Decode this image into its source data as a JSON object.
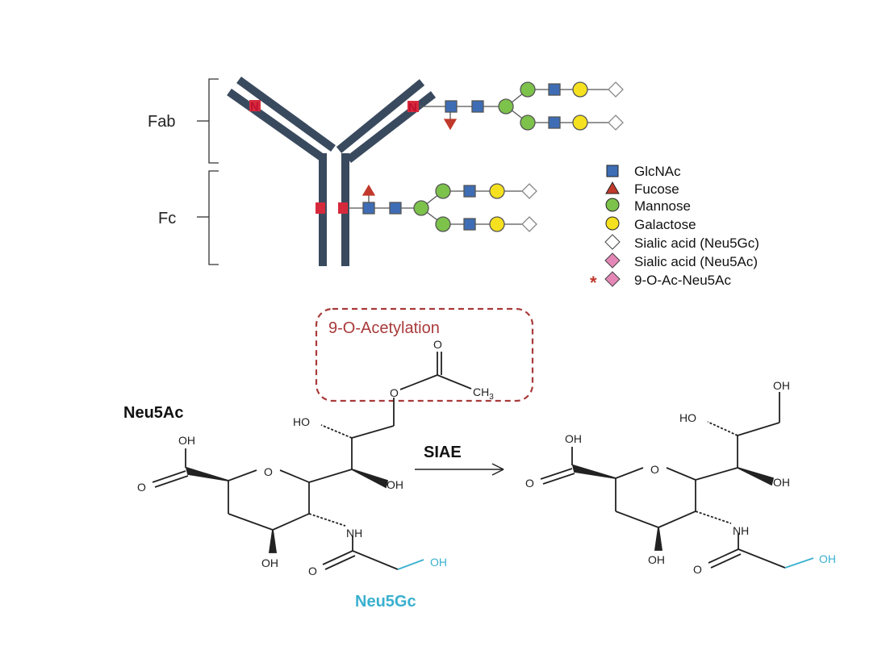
{
  "antibody": {
    "fab_label": "Fab",
    "fc_label": "Fc",
    "n_site_label": "N"
  },
  "legend": {
    "items": [
      {
        "shape": "square",
        "color": "#3e6db5",
        "label": "GlcNAc"
      },
      {
        "shape": "triangle",
        "color": "#c0392b",
        "label": "Fucose"
      },
      {
        "shape": "circle",
        "color": "#7cc24b",
        "label": "Mannose"
      },
      {
        "shape": "circle",
        "color": "#f5e11f",
        "label": "Galactose"
      },
      {
        "shape": "diamond",
        "color": "#ffffff",
        "label": "Sialic acid (Neu5Gc)"
      },
      {
        "shape": "diamond",
        "color": "#e487b6",
        "label": "Sialic acid (Neu5Ac)"
      },
      {
        "shape": "diamond-star",
        "color": "#e487b6",
        "label": "9-O-Ac-Neu5Ac"
      }
    ]
  },
  "reaction": {
    "acetylation_box_label": "9-O-Acetylation",
    "substrate_name": "Neu5Ac",
    "enzyme_label": "SIAE",
    "product_caption": "Neu5Gc",
    "atoms": {
      "oh": "OH",
      "ho": "HO",
      "o": "O",
      "nh": "NH",
      "ch3": "CH",
      "ch3_sub": "3"
    }
  },
  "colors": {
    "antibody_chain": "#3a4a5e",
    "n_site": "#d62a3c",
    "glcnac": "#3e6db5",
    "fucose": "#c0392b",
    "mannose": "#7cc24b",
    "galactose": "#f5e11f",
    "neu5ac": "#e487b6",
    "neu5gc_highlight": "#3ab0cf",
    "acetyl_box": "#a93a3a"
  }
}
